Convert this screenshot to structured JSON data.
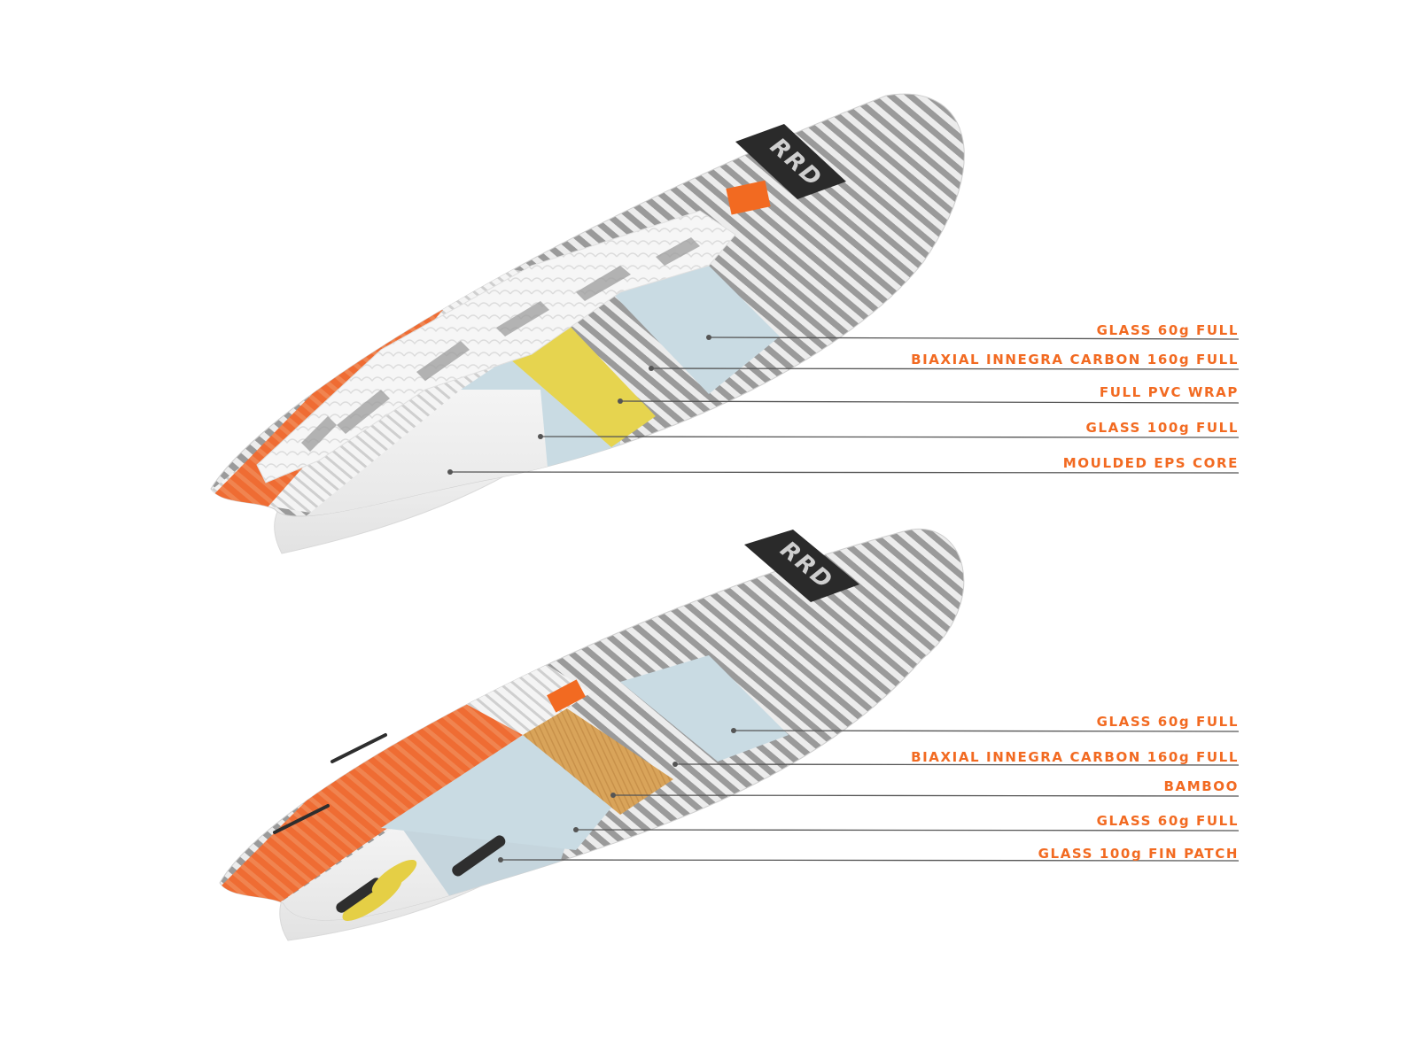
{
  "colors": {
    "label": "#f26a21",
    "leader_line": "#555555",
    "carbon_dark": "#8e8e8e",
    "carbon_light": "#ededed",
    "glass_blue": "#c9dbe3",
    "pvc_yellow": "#e7d54c",
    "bamboo": "#d8a257",
    "eps_core": "#eeeeee",
    "rail_orange": "#ee6a35",
    "deck_pad": "#f5f5f5",
    "logo_band": "#2a2a2a"
  },
  "brand": {
    "logo_text": "RRD",
    "logo_icon": "rrd-logo-icon"
  },
  "deck_board": {
    "callouts": [
      {
        "label": "GLASS 60g FULL"
      },
      {
        "label": "BIAXIAL INNEGRA CARBON 160g FULL"
      },
      {
        "label": "FULL PVC WRAP"
      },
      {
        "label": "GLASS 100g FULL"
      },
      {
        "label": "MOULDED EPS CORE"
      }
    ]
  },
  "bottom_board": {
    "callouts": [
      {
        "label": "GLASS 60g FULL"
      },
      {
        "label": "BIAXIAL INNEGRA CARBON 160g FULL"
      },
      {
        "label": "BAMBOO"
      },
      {
        "label": "GLASS 60g FULL"
      },
      {
        "label": "GLASS 100g FIN PATCH"
      }
    ]
  }
}
